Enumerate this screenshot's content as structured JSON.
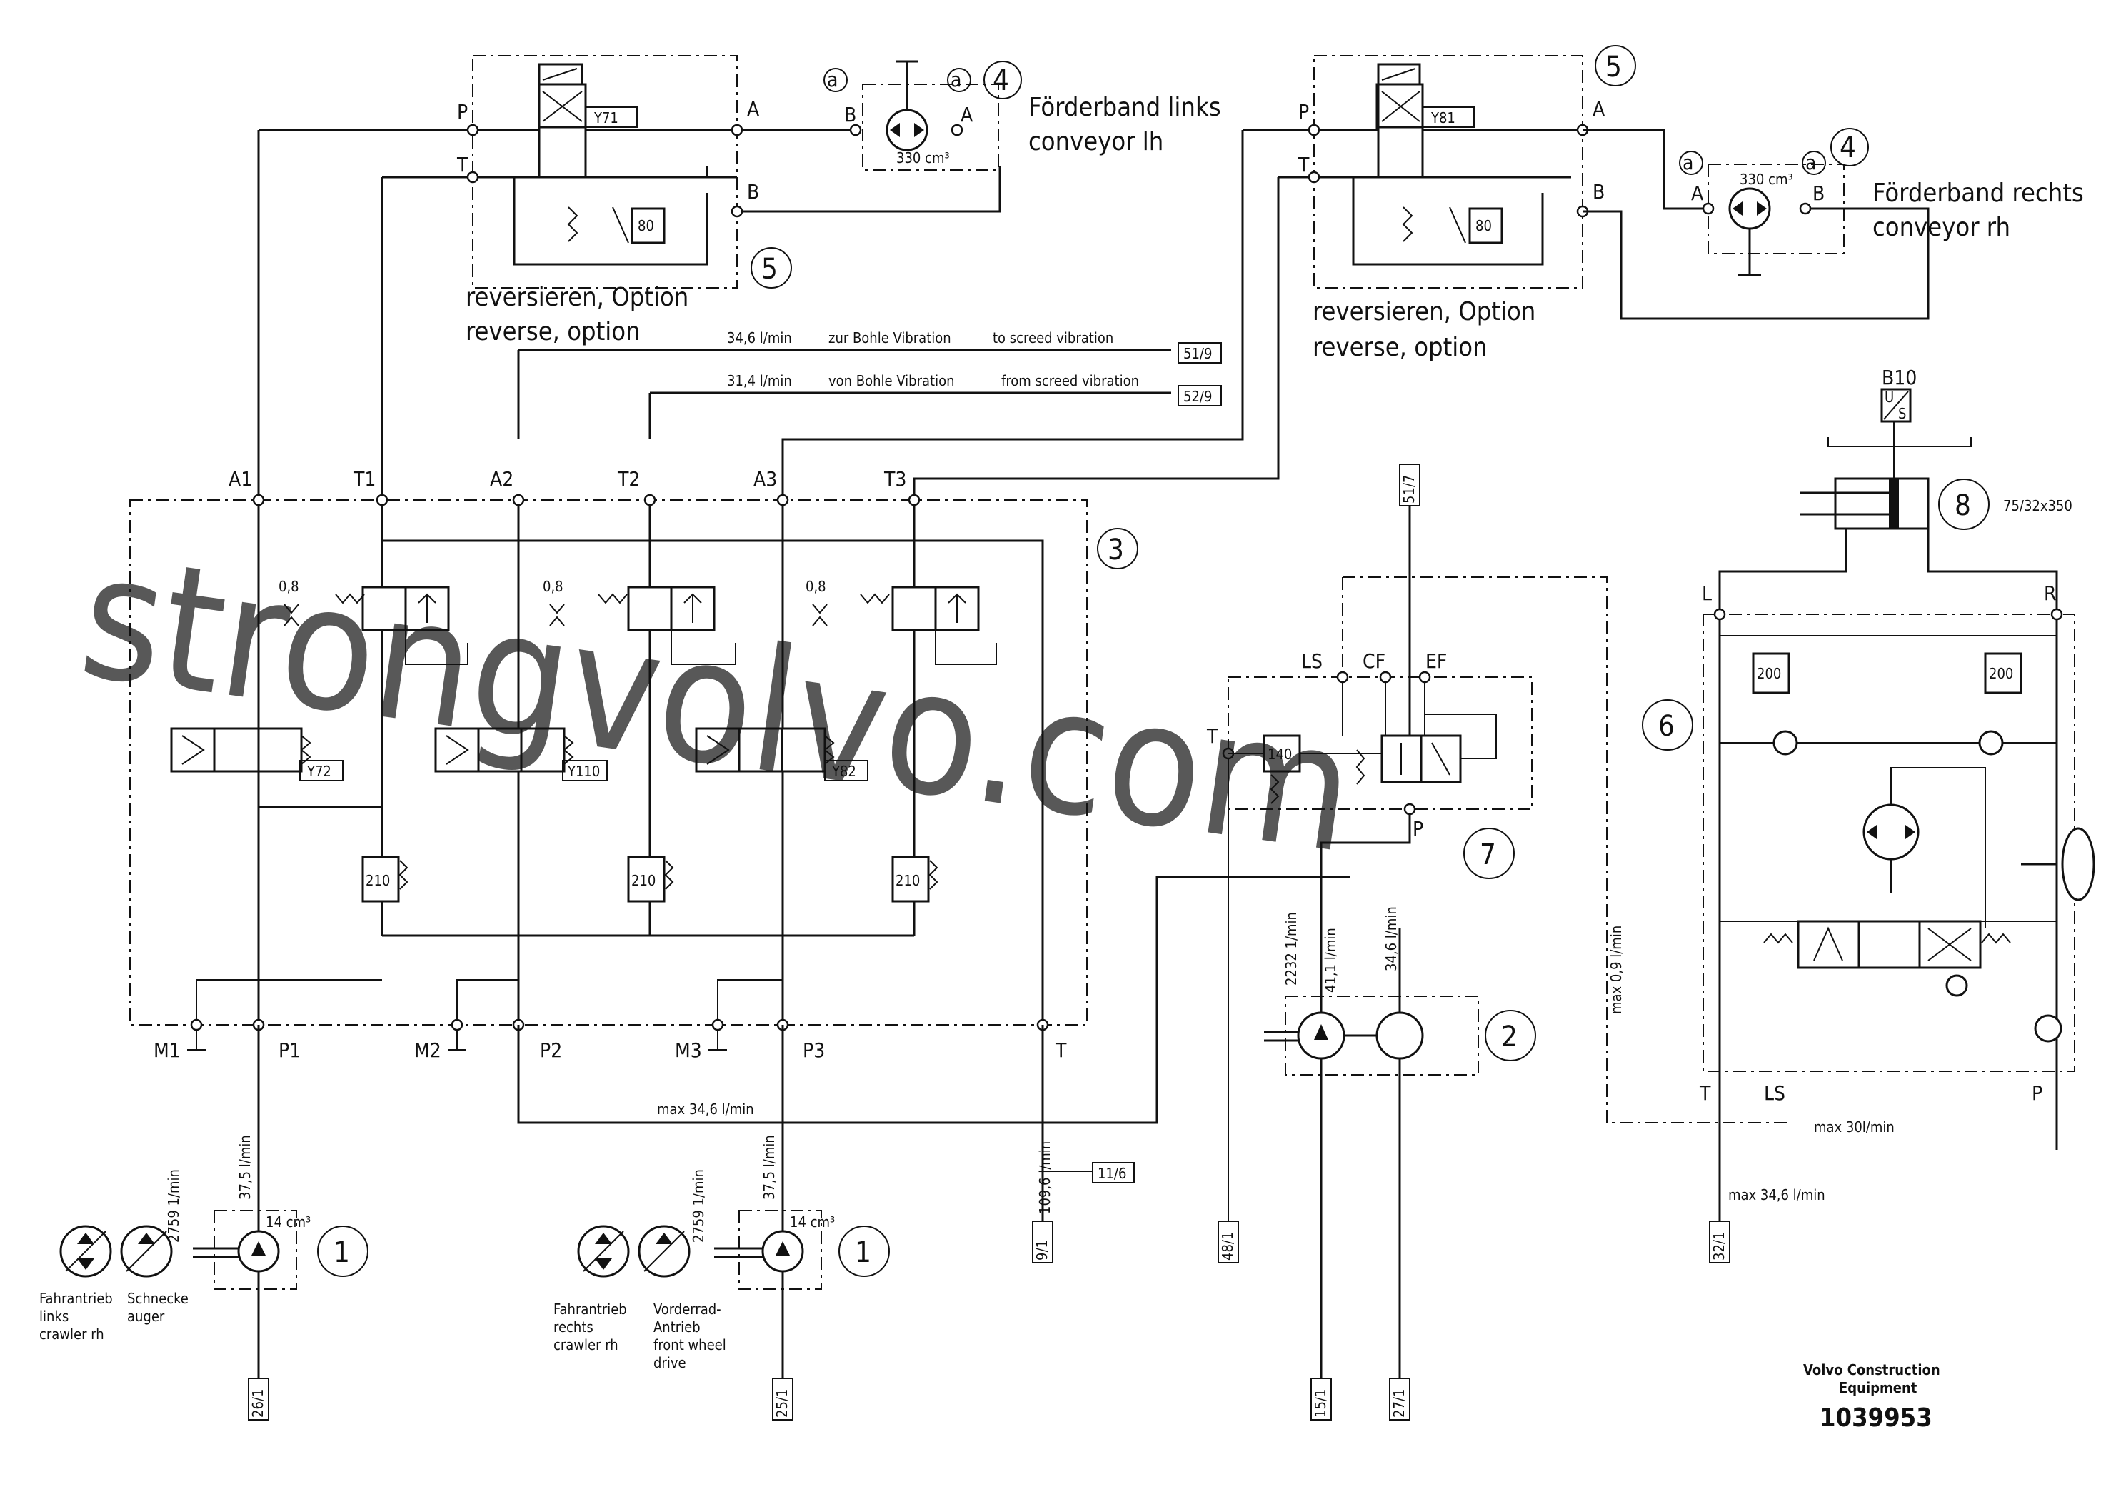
{
  "diagram": {
    "ports_pump_side": [
      "A1",
      "T1",
      "A2",
      "T2",
      "A3",
      "T3"
    ],
    "ports_bottom": [
      "M1",
      "P1",
      "M2",
      "P2",
      "M3",
      "P3",
      "T"
    ],
    "valve_labels": {
      "y71": "Y71",
      "y81": "Y81",
      "y72": "Y72",
      "y110": "Y110",
      "y82": "Y82"
    },
    "pressure_settings": {
      "rv80": "80",
      "rv210": "210",
      "rv140": "140",
      "rv200": "200"
    },
    "orifice": "0,8",
    "valve_port_letters": {
      "p": "P",
      "t": "T",
      "a": "A",
      "b": "B",
      "a_small": "a"
    },
    "motor_displacement": "330 cm³",
    "pump_displacement": "14 cm³",
    "conveyor_left": {
      "de": "Förderband links",
      "en": "conveyor lh"
    },
    "conveyor_right": {
      "de": "Förderband rechts",
      "en": "conveyor rh"
    },
    "reverse_option": {
      "de": "reversieren, Option",
      "en": "reverse, option"
    },
    "flow_to_screed": {
      "rate": "34,6 l/min",
      "de": "zur Bohle Vibration",
      "en": "to  screed vibration",
      "ref": "51/9"
    },
    "flow_from_screed": {
      "rate": "31,4 l/min",
      "de": "von Bohle Vibration",
      "en": "from screed vibration",
      "ref": "52/9"
    },
    "callouts": [
      "1",
      "2",
      "3",
      "4",
      "5",
      "6",
      "7",
      "8"
    ],
    "priority_valve_ports": [
      "LS",
      "CF",
      "EF",
      "T",
      "P"
    ],
    "steering_ports": {
      "l": "L",
      "r": "R",
      "t": "T",
      "ls": "LS",
      "p": "P"
    },
    "cylinder_spec": "75/32x350",
    "sensor_label": "B10",
    "sensor_letters": [
      "U",
      "S"
    ],
    "flows": {
      "p1_in": "37,5 l/min",
      "p3_in": "37,5 l/min",
      "max_return": "max 34,6 l/min",
      "tank_flow": "109,6 l/min",
      "pump_a": "41,1 l/min",
      "pump_b": "34,6 l/min",
      "max_09": "max 0,9 l/min",
      "max_30": "max 30l/min",
      "max_346": "max 34,6 l/min",
      "speed": "2759 1/min",
      "speed_2": "2232 1/min"
    },
    "refs": {
      "r11": "11/6",
      "r9": "9/1",
      "r48": "48/1",
      "r15": "15/1",
      "r27": "27/1",
      "r32": "32/1",
      "r26": "26/1",
      "r25": "25/1",
      "r51": "51/7"
    },
    "drive_labels": {
      "left_1": "Fahrantrieb",
      "left_2": "links",
      "left_3": "crawler rh",
      "auger_1": "Schnecke",
      "auger_2": "auger",
      "right_1": "Fahrantrieb",
      "right_2": "rechts",
      "right_3": "crawler rh",
      "front_1": "Vorderrad-",
      "front_2": "Antrieb",
      "front_3": "front wheel",
      "front_4": "drive"
    },
    "watermark": "strongvolvo.com",
    "company": {
      "line1": "Volvo Construction",
      "line2": "Equipment",
      "doc_number": "1039953"
    }
  }
}
